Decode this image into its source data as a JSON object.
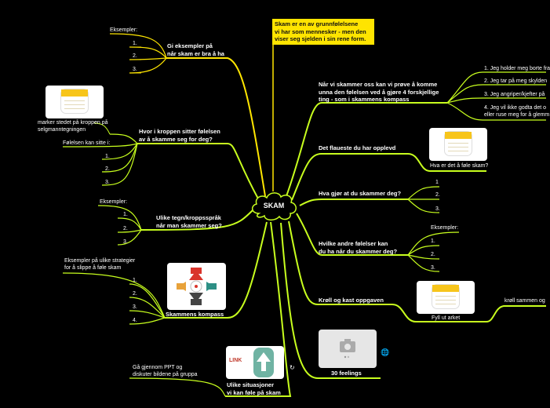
{
  "center": {
    "label": "SKAM"
  },
  "note": {
    "text_1": "Skam er en av grunnfølelsene",
    "text_2": "vi har som mennesker - men den",
    "text_3": "viser seg sjelden i sin rene form."
  },
  "branches": {
    "good_examples": {
      "title_1": "Gi eksempler på",
      "title_2": "når skam er bra å ha",
      "sub": "Eksempler:",
      "items": [
        "1.",
        "2.",
        "3."
      ]
    },
    "body_location": {
      "title_1": "Hvor i kroppen sitter følelsen",
      "title_2": "av å skamme seg for deg?",
      "sub": "Følelsen kan sitte i:",
      "items": [
        "1.",
        "2.",
        "3."
      ],
      "note_1": "marker stedet på kroppen på",
      "note_2": "selgmanntegningen"
    },
    "signs": {
      "title_1": "Ulike tegn/kroppsspråk",
      "title_2": "når man skammer seg?",
      "sub": "Eksempler:",
      "items": [
        "1.",
        "2.",
        "3."
      ]
    },
    "compass": {
      "title": "Skammens kompass",
      "sub_1": "Eksempler på ulike strategier",
      "sub_2": "for å slippe å føle skam",
      "items": [
        "1.",
        "2.",
        "3.",
        "4."
      ]
    },
    "situations": {
      "title_1": "Ulike situasjoner",
      "title_2": "vi kan føle på skam",
      "sub_1": "Gå gjennom PPT og",
      "sub_2": "diskuter bildene på gruppa",
      "logo": "LINK"
    },
    "four_ways": {
      "title_1": "Når vi skammer oss kan vi prøve å komme",
      "title_2": "unna den følelsen ved å gjøre 4 forskjellige",
      "title_3": "ting - som i skammens kompass",
      "items": [
        "1. Jeg holder meg borte fra",
        "2. Jeg tar på meg skylden",
        "3. Jeg angriper/kjefter på",
        "4. Jeg vil ikke godta det o"
      ],
      "item_4b": "eller  ruse meg for å glemm"
    },
    "awkward": {
      "title": "Det flaueste du har opplevd",
      "card_label": "Hva er det å føle skam?"
    },
    "what_do": {
      "title": "Hva gjør at du skammer deg?",
      "items": [
        "1",
        "2.",
        "3."
      ]
    },
    "other_feelings": {
      "title_1": "Hvilke andre følelser kan",
      "title_2": "du ha når du skammer deg?",
      "sub": "Eksempler:",
      "items": [
        "1.",
        "2.",
        "3."
      ]
    },
    "crumple": {
      "title": "Krøll og kast oppgaven",
      "card_label": "Fyll ut arket",
      "far_label": "krøll sammen og"
    },
    "feelings30": {
      "title": "30 feelings"
    }
  },
  "colors": {
    "branch_left": "#ffe600",
    "branch_right": "#c8ff1e",
    "note_bg": "#ffe400",
    "center_fill": "#000000",
    "cloud_stroke": "#c8ff1e"
  }
}
